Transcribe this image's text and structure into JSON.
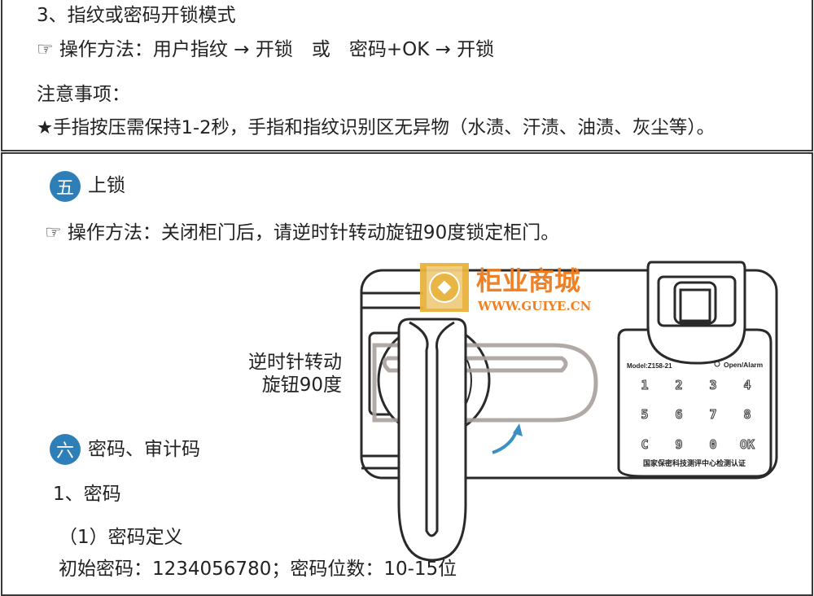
{
  "section3": {
    "title": "3、指纹或密码开锁模式",
    "method_icon": "pointing-hand-icon",
    "method": "☞ 操作方法：用户指纹 → 开锁　或　密码+OK → 开锁",
    "notes_title": "注意事项：",
    "note": "★手指按压需保持1-2秒，手指和指纹识别区无异物（水渍、汗渍、油渍、灰尘等）。"
  },
  "section5": {
    "number": "五",
    "title": "上锁",
    "method": "☞ 操作方法：关闭柜门后，请逆时针转动旋钮90度锁定柜门。",
    "label_line1": "逆时针转动",
    "label_line2": "旋钮90度"
  },
  "illustration": {
    "model": "Model:Z158-21",
    "indicator": "Open/Alarm",
    "keys": [
      "1",
      "2",
      "3",
      "4",
      "5",
      "6",
      "7",
      "8",
      "C",
      "9",
      "0",
      "OK"
    ],
    "certification": "国家保密科技测评中心检测认证",
    "watermark_name": "柜业商城",
    "watermark_url": "WWW.GUIYE.CN",
    "arrow_color": "#3a8fc4",
    "accent_color": "#2e7fb8"
  },
  "section6": {
    "number": "六",
    "title": "密码、审计码",
    "sub1": "1、密码",
    "sub1_1": "（1）密码定义",
    "definition": "初始密码：1234056780；密码位数：10-15位"
  }
}
